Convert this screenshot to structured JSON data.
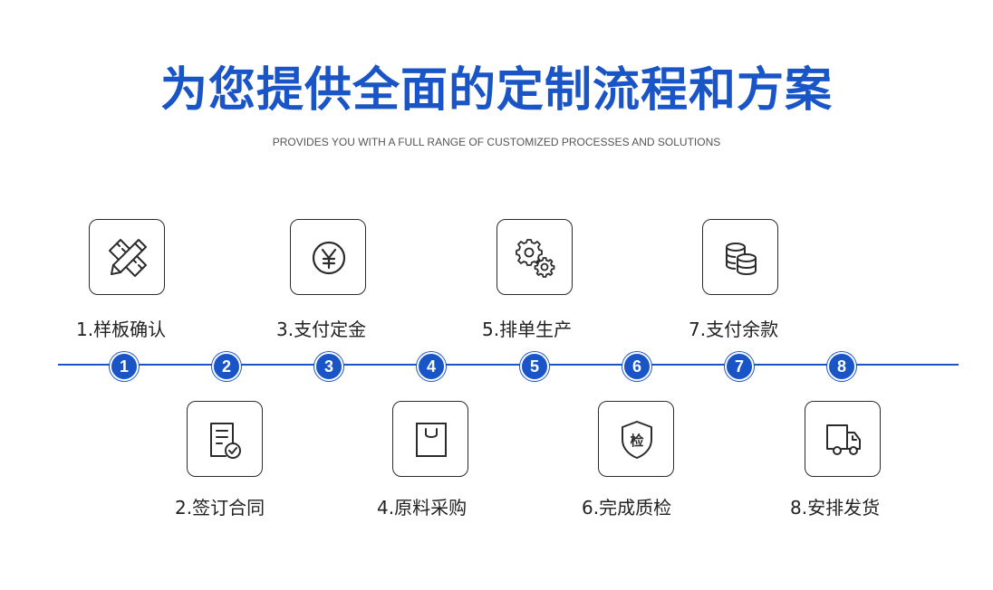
{
  "title": "为您提供全面的定制流程和方案",
  "subtitle": "PROVIDES YOU WITH A FULL RANGE OF CUSTOMIZED PROCESSES AND SOLUTIONS",
  "accent_color": "#1a55c7",
  "steps": [
    {
      "number": "1",
      "label": "1.样板确认",
      "icon": "pencil-ruler-icon"
    },
    {
      "number": "2",
      "label": "2.签订合同",
      "icon": "contract-check-icon"
    },
    {
      "number": "3",
      "label": "3.支付定金",
      "icon": "yen-coin-icon"
    },
    {
      "number": "4",
      "label": "4.原料采购",
      "icon": "shopping-bag-icon"
    },
    {
      "number": "5",
      "label": "5.排单生产",
      "icon": "gears-icon"
    },
    {
      "number": "6",
      "label": "6.完成质检",
      "icon": "inspection-shield-icon"
    },
    {
      "number": "7",
      "label": "7.支付余款",
      "icon": "database-coins-icon"
    },
    {
      "number": "8",
      "label": "8.安排发货",
      "icon": "delivery-truck-icon"
    }
  ],
  "inspection_badge_text": "检"
}
